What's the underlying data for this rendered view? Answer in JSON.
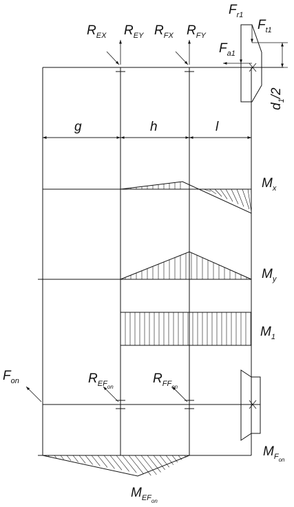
{
  "forces": {
    "rex": {
      "main": "R",
      "sub": "EX"
    },
    "rey": {
      "main": "R",
      "sub": "EY"
    },
    "rfx": {
      "main": "R",
      "sub": "FX"
    },
    "rfy": {
      "main": "R",
      "sub": "FY"
    },
    "fr1": {
      "main": "F",
      "sub": "r1"
    },
    "ft1": {
      "main": "F",
      "sub": "t1"
    },
    "fa1": {
      "main": "F",
      "sub": "a1"
    },
    "fon": {
      "main": "F",
      "sub": "on"
    },
    "ref_on": {
      "main": "R",
      "sub": "EF",
      "subsub": "on"
    },
    "rff_on": {
      "main": "R",
      "sub": "FF",
      "subsub": "on"
    }
  },
  "dimensions": {
    "g": "g",
    "h": "h",
    "l": "l",
    "d_half": {
      "main": "d",
      "sub": "1",
      "rest": "/2"
    }
  },
  "moments": {
    "mx": {
      "main": "M",
      "sub": "x"
    },
    "my": {
      "main": "M",
      "sub": "y"
    },
    "m1": {
      "main": "M",
      "sub": "1"
    },
    "mf_on": {
      "main": "M",
      "sub": "F",
      "subsub": "on"
    },
    "mef_on": {
      "main": "M",
      "sub": "EF",
      "subsub": "on"
    }
  }
}
